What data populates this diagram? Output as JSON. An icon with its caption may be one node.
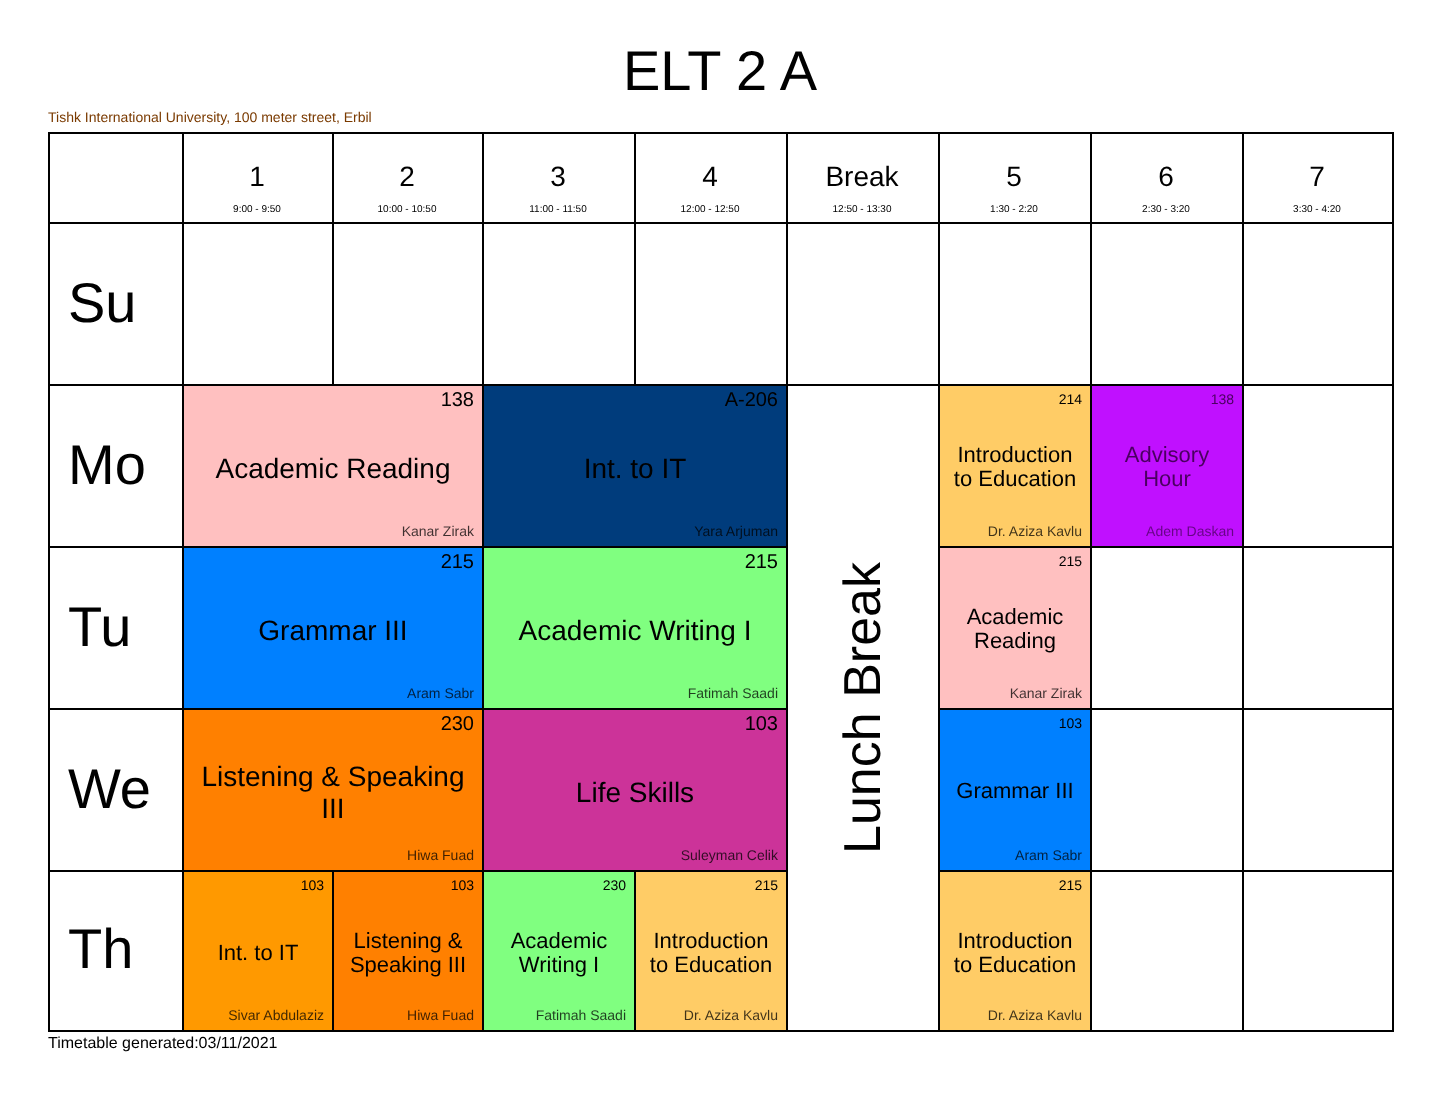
{
  "diagram": {
    "title": "ELT 2 A",
    "nodes": [
      {
        "text": [
          "138",
          "Academic Reading",
          "Kanar Zirak"
        ]
      },
      {
        "text": [
          "A-206",
          "Int. to IT",
          "Yara Arjuman"
        ]
      },
      {
        "text": [
          "Lunch Break"
        ]
      },
      {
        "text": [
          "214",
          "Introduction to Education",
          "Dr. Aziza Kavlu"
        ]
      },
      {
        "text": [
          "138",
          "Advisory Hour",
          "Adem Daskan"
        ]
      },
      {
        "text": [
          "215",
          "Grammar III",
          "Aram Sabr"
        ]
      },
      {
        "text": [
          "215",
          "Academic Writing I",
          "Fatimah Saadi"
        ]
      },
      {
        "text": [
          "215",
          "Academic Reading",
          "Kanar Zirak"
        ]
      },
      {
        "text": [
          "230",
          "Listening & Speaking III",
          "Hiwa Fuad"
        ]
      },
      {
        "text": [
          "103",
          "Life Skills",
          "Suleyman Celik"
        ]
      },
      {
        "text": [
          "103",
          "Grammar III",
          "Aram Sabr"
        ]
      },
      {
        "text": [
          "103",
          "Int. to IT",
          "Sivar Abdulaziz"
        ]
      },
      {
        "text": [
          "103",
          "Listening & Speaking III",
          "Hiwa Fuad"
        ]
      },
      {
        "text": [
          "230",
          "Academic Writing I",
          "Fatimah Saadi"
        ]
      },
      {
        "text": [
          "215",
          "Introduction to Education",
          "Dr. Aziza Kavlu"
        ]
      },
      {
        "text": [
          "215",
          "Introduction to Education",
          "Dr. Aziza Kavlu"
        ]
      }
    ],
    "labels": [
      "Tishk International University, 100 meter street, Erbil",
      "1",
      "9:00 - 9:50",
      "2",
      "10:00 - 10:50",
      "3",
      "11:00 - 11:50",
      "4",
      "12:00 - 12:50",
      "Break",
      "12:50 - 13:30",
      "5",
      "1:30 - 2:20",
      "6",
      "2:30 - 3:20",
      "7",
      "3:30 - 4:20",
      "Su",
      "Mo",
      "Tu",
      "We",
      "Th",
      "Timetable generated:03/11/2021"
    ]
  }
}
